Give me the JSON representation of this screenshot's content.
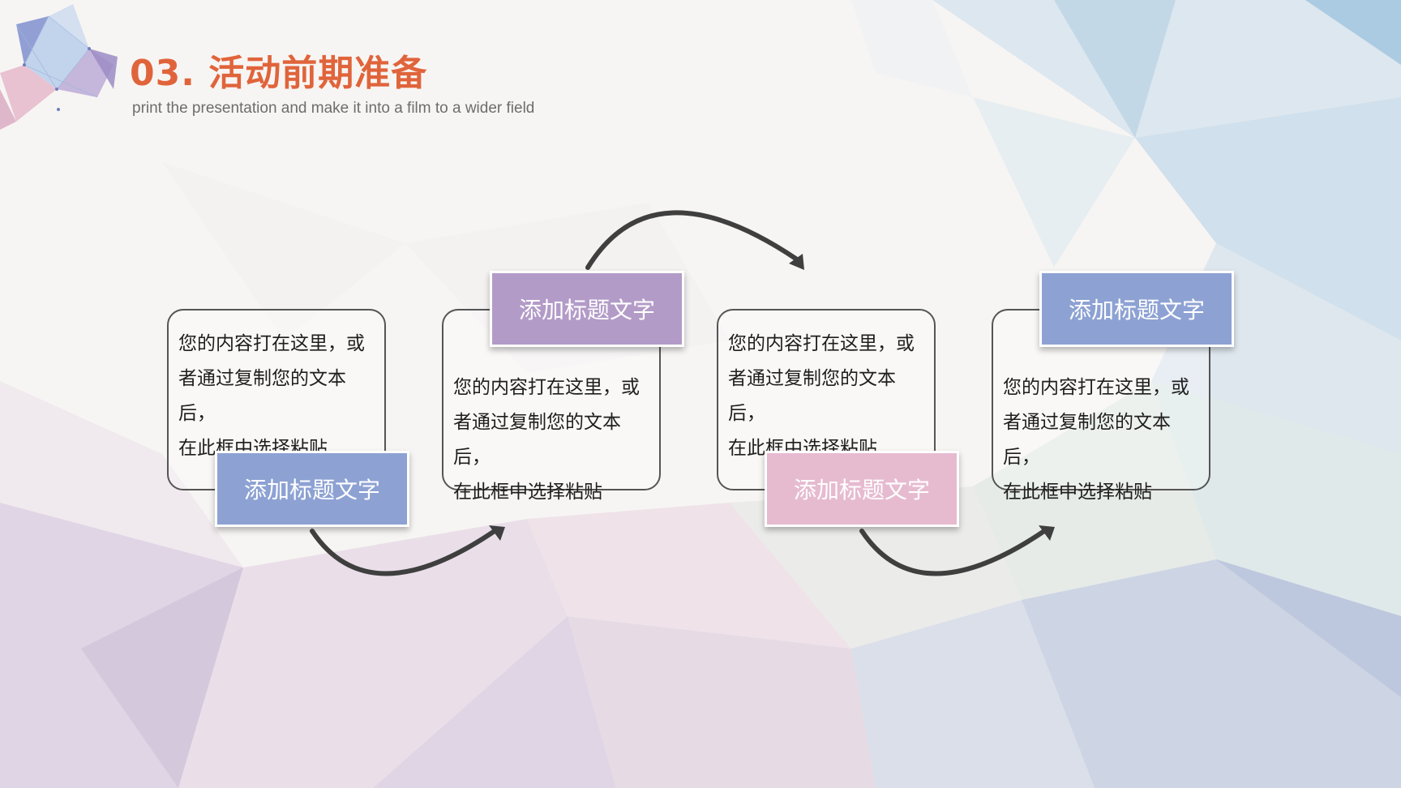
{
  "header": {
    "title": "03. 活动前期准备",
    "subtitle": "print the presentation and make it into a film to a wider field"
  },
  "colors": {
    "title": "#e0643b",
    "tag_blue": "#8da2d3",
    "tag_purple": "#b39bc8",
    "tag_pink": "#e6bbd0",
    "arrow": "#3f3f3f"
  },
  "steps": [
    {
      "tag": "添加标题文字",
      "text": [
        "您的内容打在这里，或",
        "者通过复制您的文本后，",
        "在此框中选择粘贴"
      ],
      "color": "tag_blue"
    },
    {
      "tag": "添加标题文字",
      "text": [
        "您的内容打在这里，或",
        "者通过复制您的文本后，",
        "在此框中选择粘贴"
      ],
      "color": "tag_purple"
    },
    {
      "tag": "添加标题文字",
      "text": [
        "您的内容打在这里，或",
        "者通过复制您的文本后，",
        "在此框中选择粘贴"
      ],
      "color": "tag_pink"
    },
    {
      "tag": "添加标题文字",
      "text": [
        "您的内容打在这里，或",
        "者通过复制您的文本后，",
        "在此框中选择粘贴"
      ],
      "color": "tag_blue"
    }
  ]
}
